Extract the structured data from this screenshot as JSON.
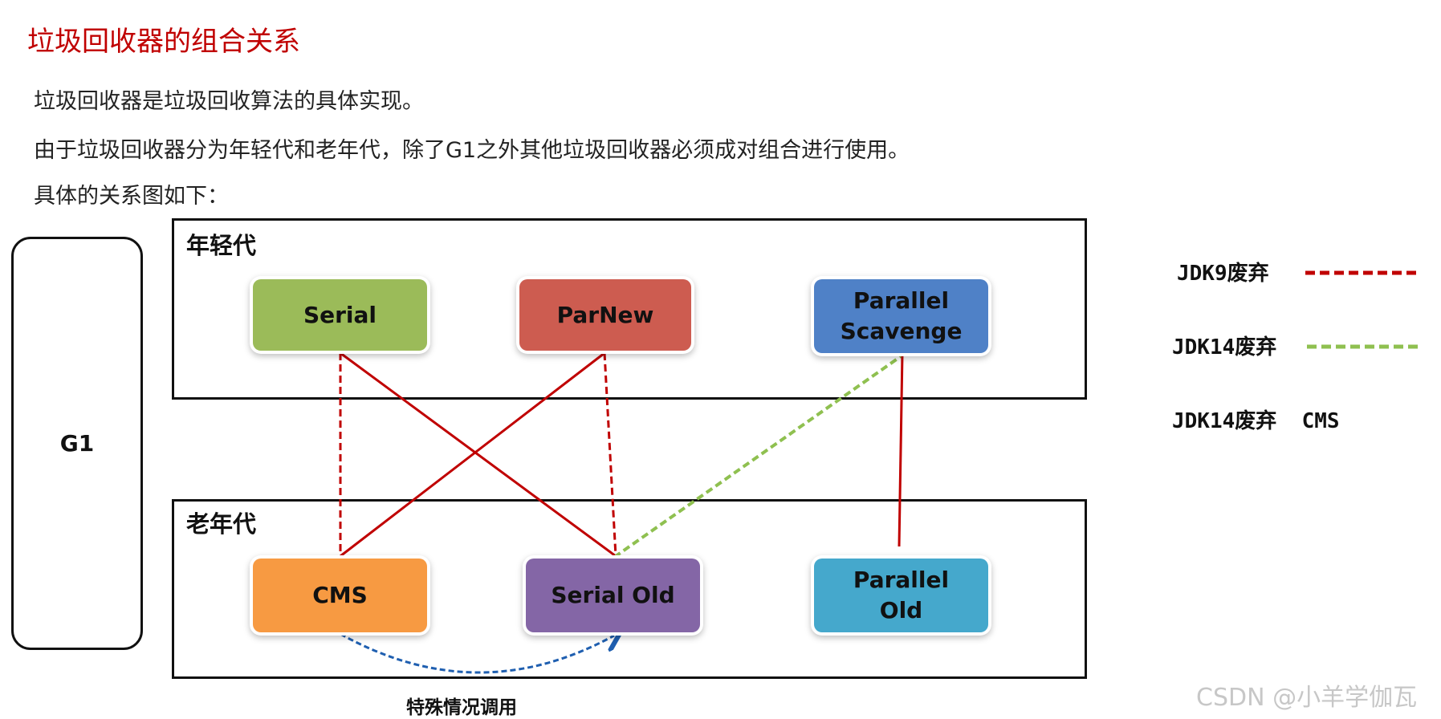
{
  "title": "垃圾回收器的组合关系",
  "lines": [
    "垃圾回收器是垃圾回收算法的具体实现。",
    "由于垃圾回收器分为年轻代和老年代，除了G1之外其他垃圾回收器必须成对组合进行使用。",
    "具体的关系图如下："
  ],
  "g1": "G1",
  "young": {
    "label": "年轻代",
    "serial": "Serial",
    "parnew": "ParNew",
    "ps": "Parallel Scavenge"
  },
  "old": {
    "label": "老年代",
    "cms": "CMS",
    "serial_old": "Serial Old",
    "po": "Parallel Old"
  },
  "special": "特殊情况调用",
  "legend": {
    "jdk9": "JDK9废弃",
    "jdk14": "JDK14废弃",
    "jdk14_cms": "JDK14废弃  CMS"
  },
  "colors": {
    "serial": "#9bbb59",
    "parnew": "#cd5c50",
    "ps": "#4f81c7",
    "cms": "#f79a42",
    "serial_old": "#8466a6",
    "po": "#45a8cc",
    "red": "#c00000",
    "green": "#8fc050",
    "blue": "#1f5fb0"
  },
  "watermark": "CSDN @小羊学伽瓦"
}
